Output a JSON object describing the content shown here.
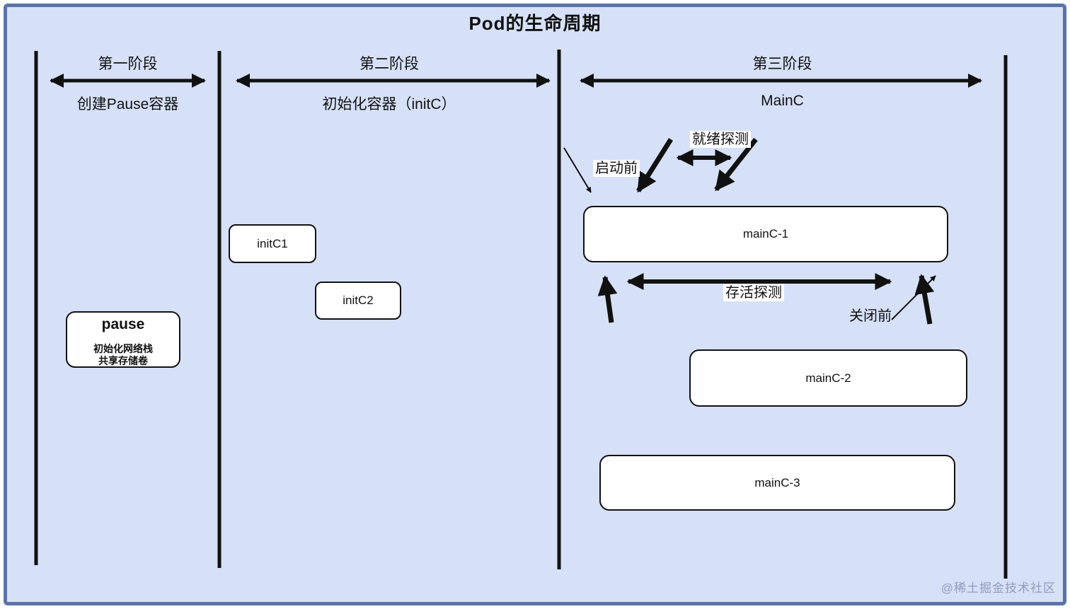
{
  "title": "Pod的生命周期",
  "colors": {
    "background": "#d6e1f8",
    "frame_border": "#5c73a6",
    "line": "#111111",
    "box_bg": "#ffffff",
    "watermark": "#8f9cba"
  },
  "phases": [
    {
      "label": "第一阶段",
      "sublabel": "创建Pause容器"
    },
    {
      "label": "第二阶段",
      "sublabel": "初始化容器（initC）"
    },
    {
      "label": "第三阶段",
      "sublabel": "MainC"
    }
  ],
  "boxes": {
    "pause": {
      "title": "pause",
      "line1": "初始化网络栈",
      "line2": "共享存储卷"
    },
    "initc1": {
      "label": "initC1"
    },
    "initc2": {
      "label": "initC2"
    },
    "mainc1": {
      "label": "mainC-1"
    },
    "mainc2": {
      "label": "mainC-2"
    },
    "mainc3": {
      "label": "mainC-3"
    }
  },
  "annotations": {
    "pre_start": "启动前",
    "readiness_probe": "就绪探测",
    "liveness_probe": "存活探测",
    "pre_stop": "关闭前"
  },
  "watermark": "@稀土掘金技术社区"
}
